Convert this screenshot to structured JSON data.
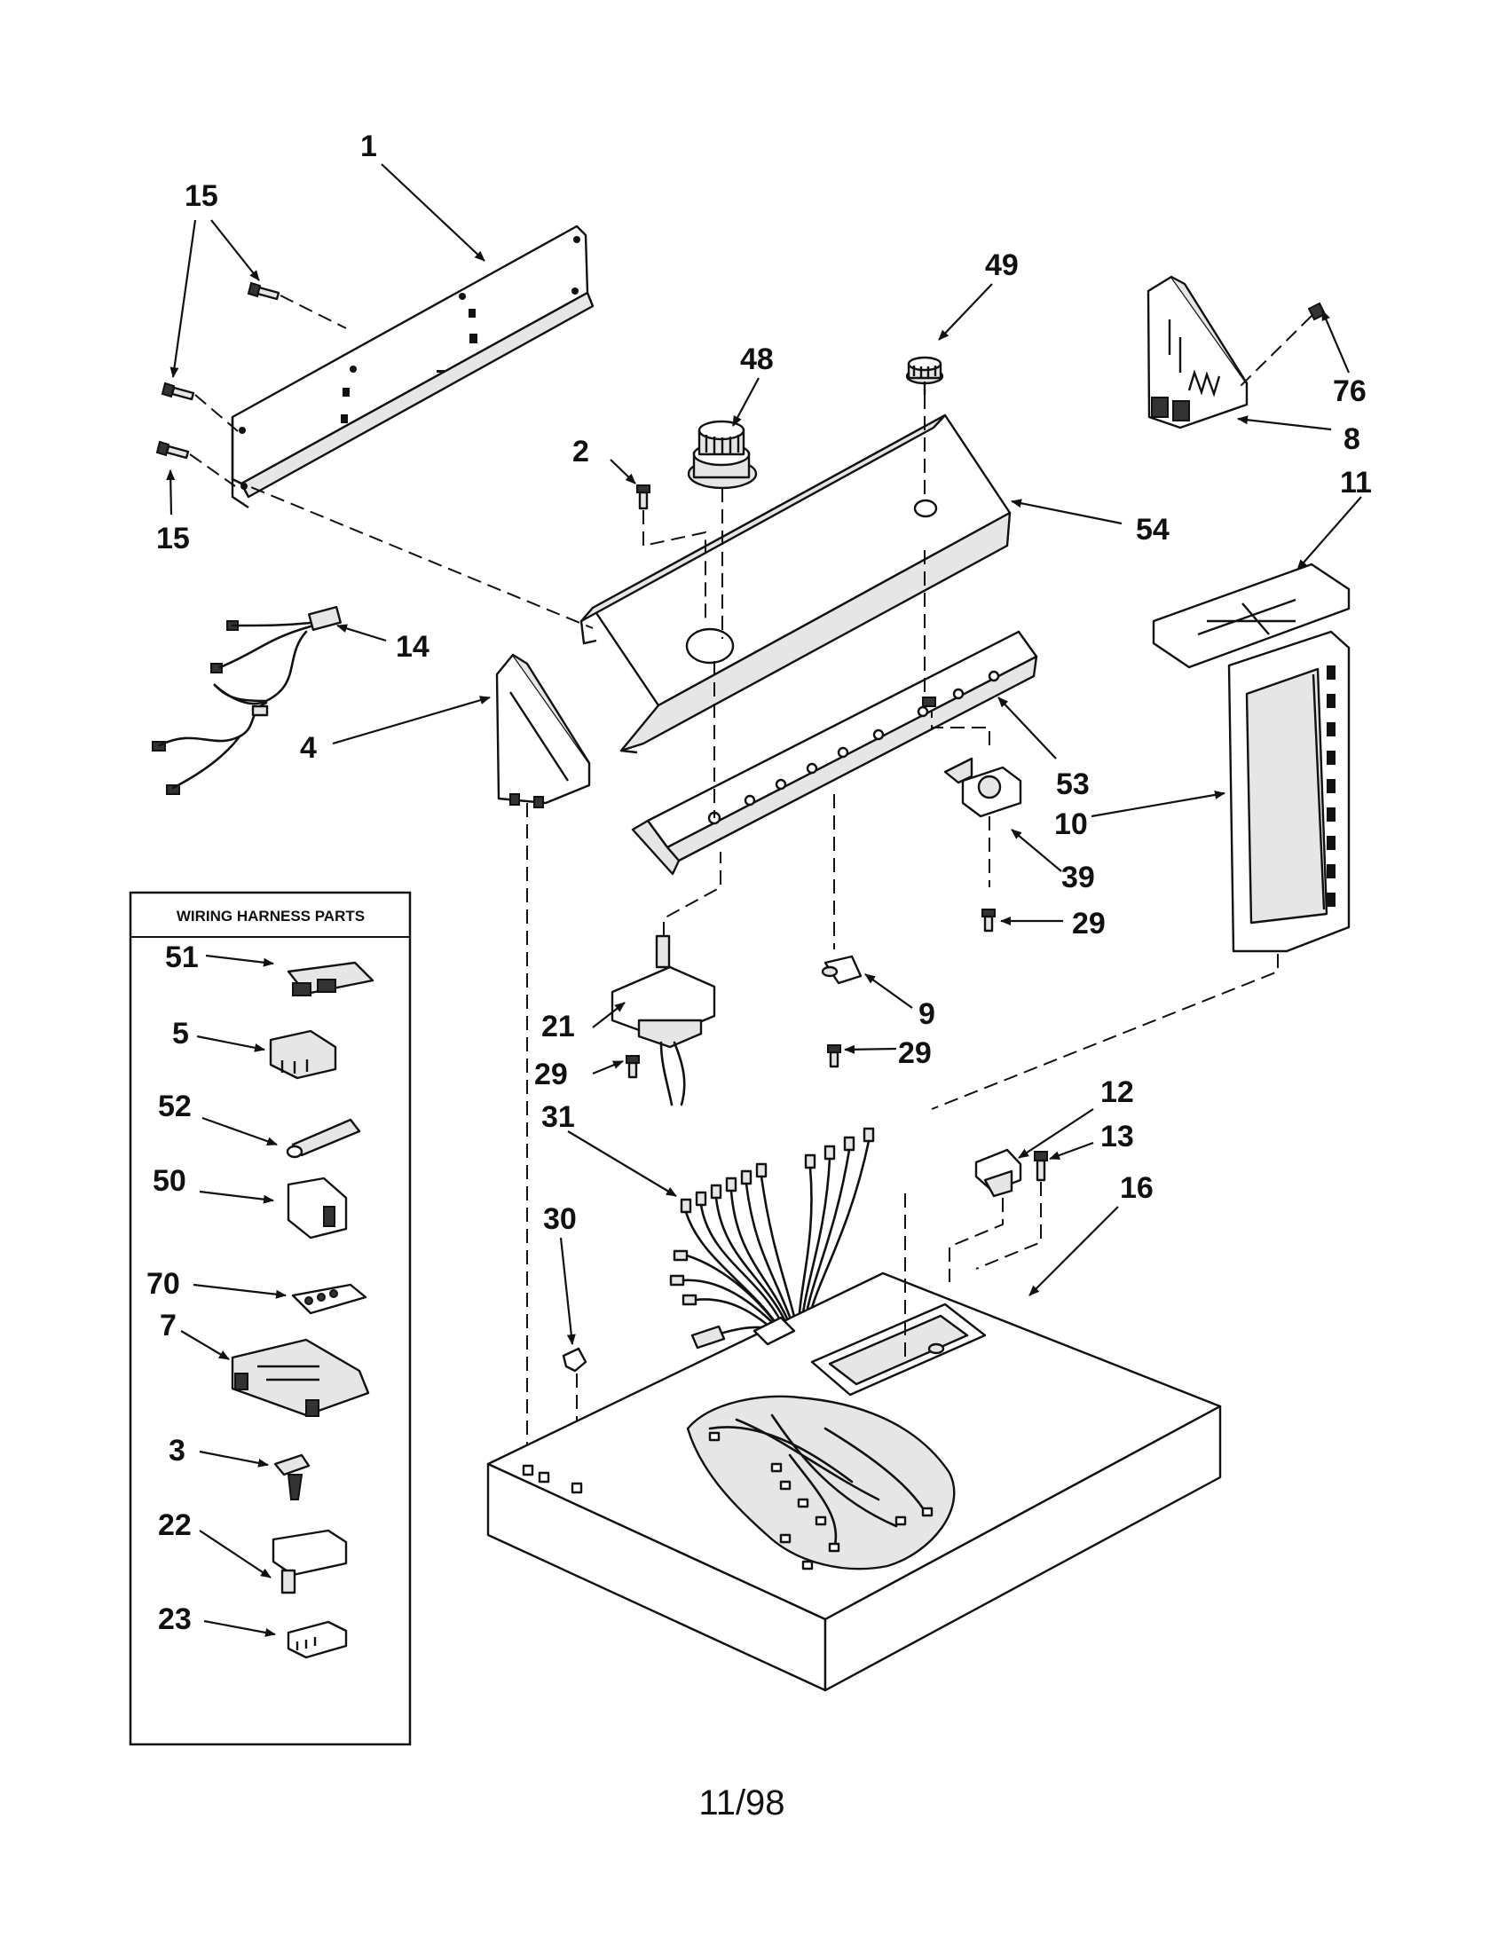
{
  "diagram": {
    "box_title": "WIRING HARNESS PARTS",
    "date_code": "11/98",
    "callouts": {
      "c1": "1",
      "c15a": "15",
      "c15b": "15",
      "c2": "2",
      "c48": "48",
      "c49": "49",
      "c76": "76",
      "c8": "8",
      "c54": "54",
      "c11": "11",
      "c14": "14",
      "c4": "4",
      "c53": "53",
      "c10": "10",
      "c39": "39",
      "c29a": "29",
      "c29b": "29",
      "c29c": "29",
      "c9": "9",
      "c21": "21",
      "c31": "31",
      "c12": "12",
      "c13": "13",
      "c16": "16",
      "c30": "30",
      "c51": "51",
      "c5": "5",
      "c52": "52",
      "c50": "50",
      "c70": "70",
      "c7": "7",
      "c3": "3",
      "c22": "22",
      "c23": "23"
    }
  }
}
